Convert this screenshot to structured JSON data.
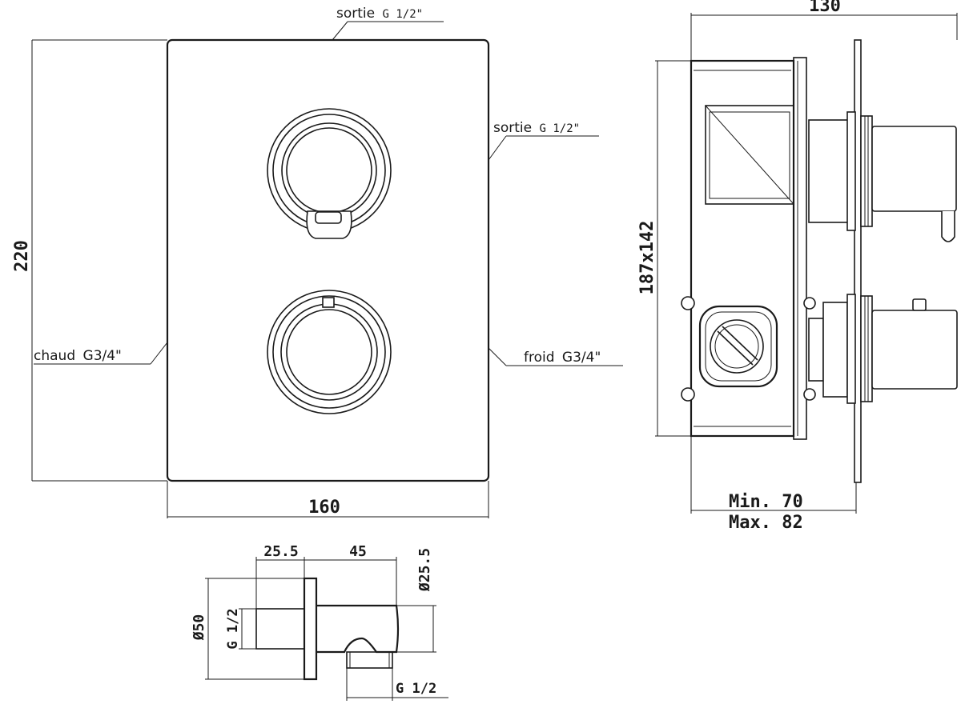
{
  "front_view": {
    "height_dim": "220",
    "width_dim": "160",
    "outlet_top_prefix": "sortie",
    "outlet_top_thread": "G 1/2\"",
    "outlet_right_prefix": "sortie",
    "outlet_right_thread": "G 1/2\"",
    "inlet_hot_prefix": "chaud",
    "inlet_hot_thread": "G3/4\"",
    "inlet_cold_prefix": "froid",
    "inlet_cold_thread": "G3/4\""
  },
  "side_view": {
    "width_dim": "130",
    "height_dim": "187x142",
    "depth_min": "Min. 70",
    "depth_max": "Max. 82"
  },
  "elbow_view": {
    "dim_flange": "25.5",
    "dim_length": "45",
    "dim_outlet_dia": "Ø25.5",
    "dim_flange_dia": "Ø50",
    "thread_inlet": "G 1/2",
    "thread_outlet": "G 1/2"
  }
}
